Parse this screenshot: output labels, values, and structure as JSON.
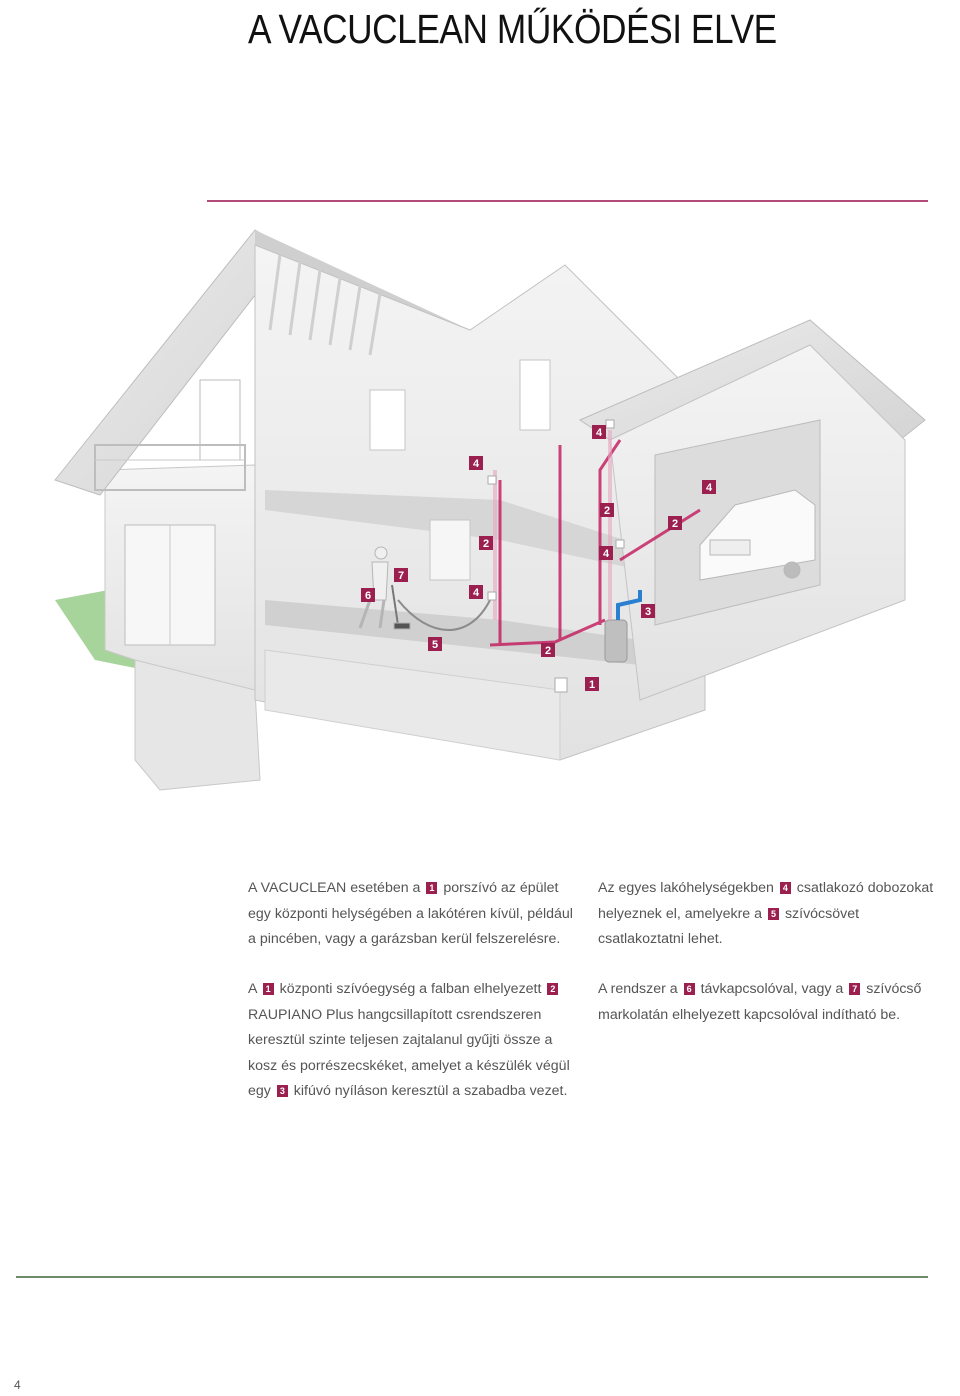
{
  "page": {
    "title": "A VACUCLEAN MŰKÖDÉSI ELVE",
    "page_number": "4"
  },
  "colors": {
    "accent_rule": "#b24a7a",
    "callout_badge": "#9b1f4f",
    "pipe": "#c2185b",
    "grass": "#a6d49a",
    "bottom_rule": "#6f8a6a"
  },
  "callouts": [
    "1",
    "2",
    "2",
    "2",
    "2",
    "3",
    "4",
    "4",
    "4",
    "4",
    "4",
    "5",
    "6",
    "7"
  ],
  "text": {
    "p1": {
      "a": "A VACUCLEAN esetében a",
      "n1": "1",
      "b": "porszívó az épület egy központi helységében a lakótéren kívül, például a pincében, vagy a garázsban kerül felszerelésre."
    },
    "p2": {
      "a": "A",
      "n1": "1",
      "b": "központi szívóegység a falban elhelyezett",
      "n2": "2",
      "c": "RAUPIANO Plus hangcsillapított csrendszeren keresztül szinte teljesen zajtalanul gyűjti össze a kosz és porrészecskéket, amelyet a készülék végül egy",
      "n3": "3",
      "d": "kifúvó nyíláson keresztül a szabadba vezet."
    },
    "p3": {
      "a": "Az egyes lakóhelységekben",
      "n4": "4",
      "b": "csatlakozó dobozokat helyeznek el, amelyekre a",
      "n5": "5",
      "c": "szívócsövet csatlakoztatni lehet."
    },
    "p4": {
      "a": "A rendszer a",
      "n6": "6",
      "b": "távkapcsolóval, vagy a",
      "n7": "7",
      "c": "szívócső markolatán elhelyezett kapcsolóval indítható be."
    }
  }
}
